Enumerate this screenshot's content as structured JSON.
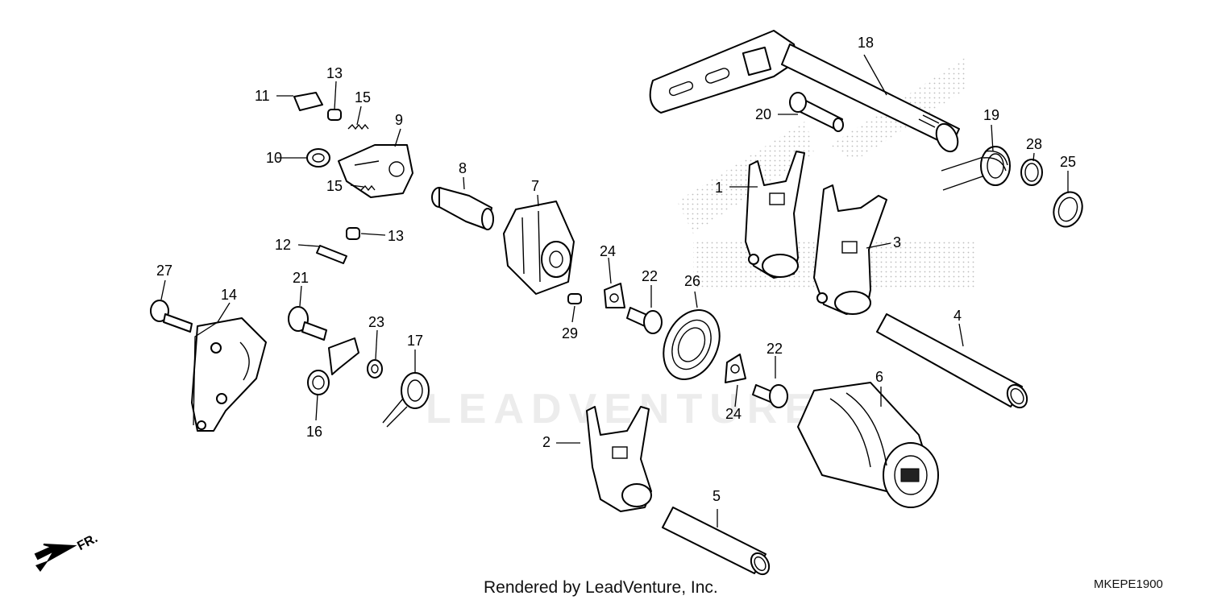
{
  "labels": {
    "p1": "1",
    "p2": "2",
    "p3": "3",
    "p4": "4",
    "p5": "5",
    "p6": "6",
    "p7": "7",
    "p8": "8",
    "p9": "9",
    "p10": "10",
    "p11": "11",
    "p12": "12",
    "p13a": "13",
    "p13b": "13",
    "p14": "14",
    "p15a": "15",
    "p15b": "15",
    "p16": "16",
    "p17": "17",
    "p18": "18",
    "p19": "19",
    "p20": "20",
    "p21": "21",
    "p22a": "22",
    "p22b": "22",
    "p23": "23",
    "p24a": "24",
    "p24b": "24",
    "p25": "25",
    "p26": "26",
    "p27": "27",
    "p28": "28",
    "p29": "29"
  },
  "direction": "FR.",
  "watermark": "LEADVENTURE",
  "footer": "Rendered by LeadVenture, Inc.",
  "diagram_code": "MKEPE1900"
}
